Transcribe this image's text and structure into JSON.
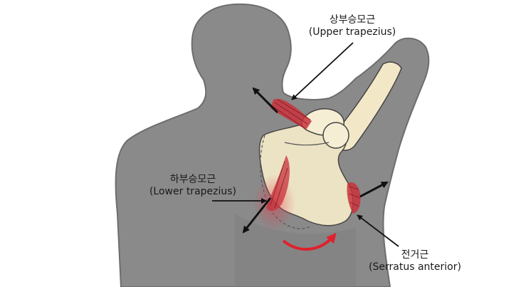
{
  "labels": {
    "upper": {
      "ko": "상부승모근",
      "en": "(Upper trapezius)"
    },
    "lower": {
      "ko": "하부승모근",
      "en": "(Lower trapezius)"
    },
    "serratus": {
      "ko": "전거근",
      "en": "(Serratus anterior)"
    }
  },
  "colors": {
    "body": "#8a8a8a",
    "bone": "#f2e8c8",
    "muscle": "#c8323c",
    "rotation_arrow": "#e0202c",
    "outline": "#222222"
  }
}
